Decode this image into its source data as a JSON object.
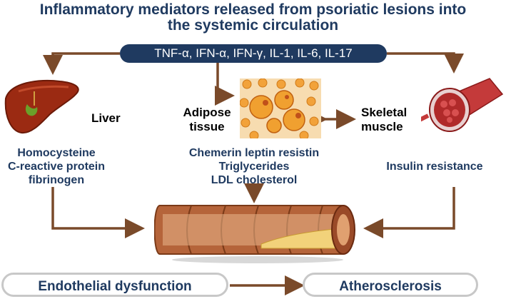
{
  "title": {
    "line1": "Inflammatory mediators released from psoriatic lesions into",
    "line2": "the systemic circulation"
  },
  "mediators": "TNF-α, IFN-α, IFN-γ, IL-1, IL-6, IL-17",
  "organs": {
    "liver": {
      "label": "Liver",
      "effects": [
        "Homocysteine",
        "C-reactive protein",
        "fibrinogen"
      ]
    },
    "adipose": {
      "label_line1": "Adipose",
      "label_line2": "tissue",
      "effects": [
        "Chemerin leptin resistin",
        "Triglycerides",
        "LDL cholesterol"
      ]
    },
    "muscle": {
      "label_line1": "Skeletal",
      "label_line2": "muscle",
      "effects": [
        "Insulin resistance"
      ]
    }
  },
  "outcomes": {
    "first": "Endothelial dysfunction",
    "second": "Atherosclerosis"
  },
  "colors": {
    "navy": "#1f3a60",
    "arrow_brown": "#7a4a2a",
    "liver_red": "#9b2a12",
    "adipose_orange": "#f2a23a",
    "vessel_brown": "#b5643a"
  }
}
